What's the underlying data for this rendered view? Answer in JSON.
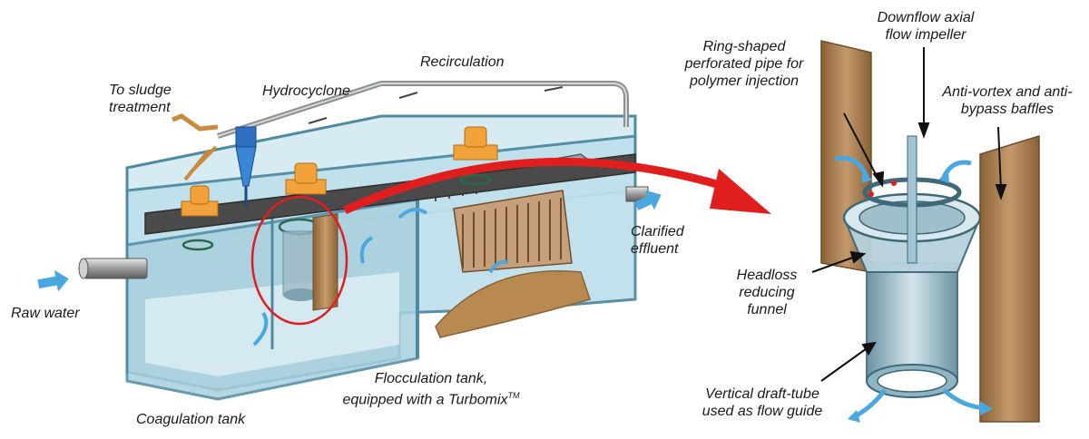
{
  "labels": {
    "to_sludge": [
      "To sludge",
      "treatment"
    ],
    "hydrocyclone": "Hydrocyclone",
    "recirculation": "Recirculation",
    "raw_water": "Raw water",
    "coagulation_tank": "Coagulation tank",
    "flocculation_tank": [
      "Flocculation tank,",
      "equipped with a Turbomix"
    ],
    "trademark": "TM",
    "clarified_effluent": [
      "Clarified",
      "effluent"
    ],
    "ring_pipe": [
      "Ring-shaped",
      "perforated pipe for",
      "polymer injection"
    ],
    "impeller": [
      "Downflow axial",
      "flow impeller"
    ],
    "baffles": [
      "Anti-vortex and anti-",
      "bypass baffles"
    ],
    "funnel": [
      "Headloss",
      "reducing",
      "funnel"
    ],
    "draft_tube": [
      "Vertical draft-tube",
      "used as flow guide"
    ]
  },
  "colors": {
    "water": "#bfe0ec",
    "tank_wall": "#7fb6cc",
    "tank_edge": "#4f8aa3",
    "beam": "#4a4a4a",
    "motor": "#f2a23a",
    "sludge": "#b88a52",
    "baffle": "#a67c52",
    "arrow_red": "#e11e1e",
    "flow_arrow": "#4aa8e0",
    "highlight": "#e11e1e"
  }
}
